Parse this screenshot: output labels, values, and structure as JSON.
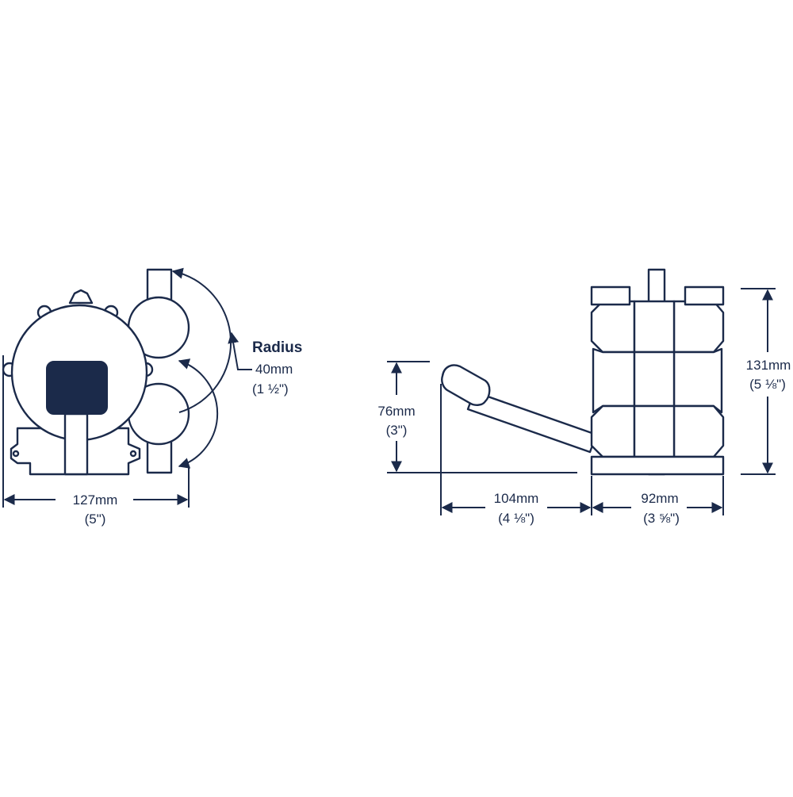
{
  "radius": {
    "label": "Radius",
    "mm": "40mm",
    "inch": "(1 ½\")"
  },
  "front_view": {
    "width_mm": "127mm",
    "width_inch": "(5\")"
  },
  "side_view": {
    "handle_height_mm": "76mm",
    "handle_height_inch": "(3\")",
    "handle_length_mm": "104mm",
    "handle_length_inch": "(4 ⅛\")",
    "body_depth_mm": "92mm",
    "body_depth_inch": "(3 ⅝\")",
    "body_height_mm": "131mm",
    "body_height_inch": "(5 ⅛\")"
  },
  "colors": {
    "line": "#1b2a4a",
    "background": "#ffffff"
  }
}
